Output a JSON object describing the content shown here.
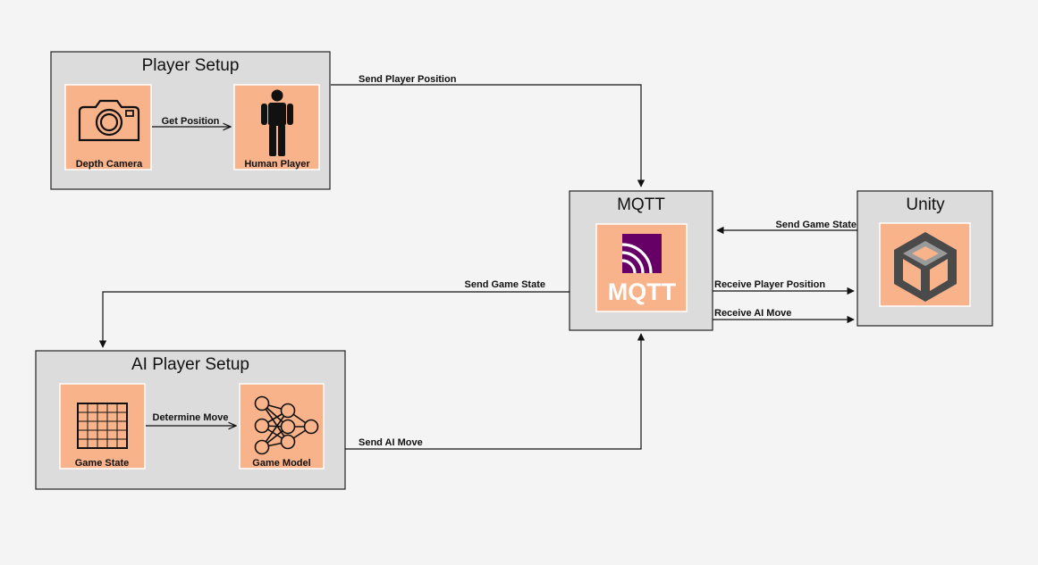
{
  "groups": {
    "player_setup": {
      "title": "Player Setup",
      "depth_camera": "Depth Camera",
      "human_player": "Human Player"
    },
    "mqtt": {
      "title": "MQTT",
      "logo_text": "MQTT"
    },
    "unity": {
      "title": "Unity"
    },
    "ai_setup": {
      "title": "AI Player Setup",
      "game_state": "Game State",
      "game_model": "Game Model"
    }
  },
  "edges": {
    "get_position": "Get Position",
    "send_player_position": "Send Player Position",
    "send_game_state_unity": "Send Game State",
    "receive_player_position": "Receive Player Position",
    "receive_ai_move": "Receive AI Move",
    "send_game_state_ai": "Send Game State",
    "determine_move": "Determine Move",
    "send_ai_move": "Send AI Move"
  },
  "icons": {
    "camera": "camera-icon",
    "person": "person-icon",
    "mqtt_logo": "mqtt-logo-icon",
    "unity_logo": "unity-logo-icon",
    "grid": "grid-icon",
    "neural_net": "neural-network-icon"
  },
  "colors": {
    "background": "#f4f4f4",
    "group_fill": "#dcdcdc",
    "card_fill": "#f9b38a",
    "mqtt_purple": "#660066",
    "unity_gray": "#4a4a4a"
  }
}
